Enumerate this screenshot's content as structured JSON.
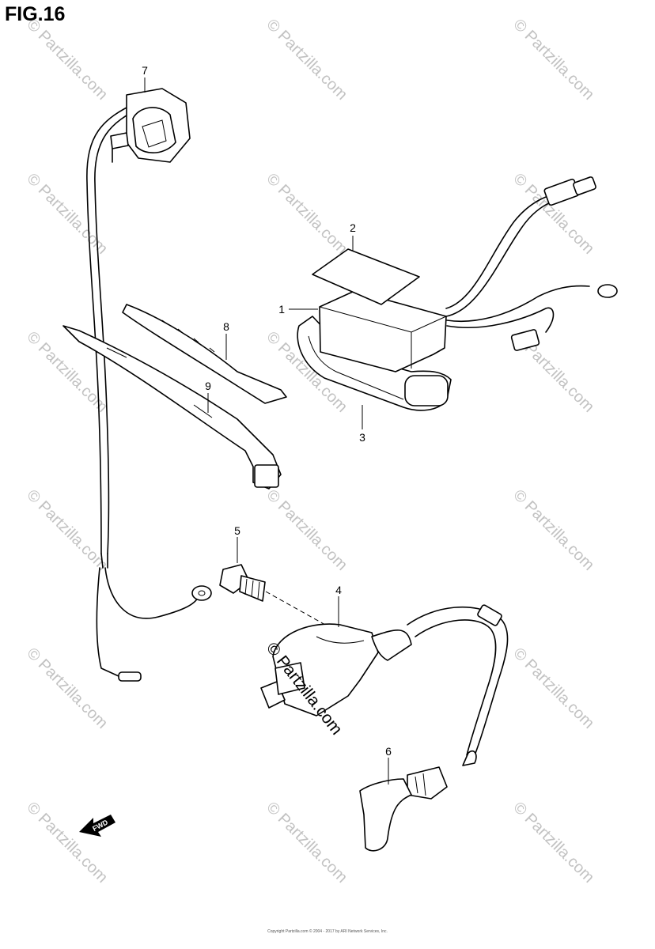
{
  "figure": {
    "title": "FIG.16"
  },
  "callouts": [
    "1",
    "2",
    "3",
    "4",
    "5",
    "6",
    "7",
    "8",
    "9"
  ],
  "watermark": {
    "text": "© Partzilla.com"
  },
  "stamp": {
    "text": "© Partzilla.com"
  },
  "fwd_badge": {
    "text": "FWD"
  },
  "footer": {
    "copyright": "Copyright Partzilla.com © 2004 - 2017 by ARI Network Services, Inc."
  }
}
